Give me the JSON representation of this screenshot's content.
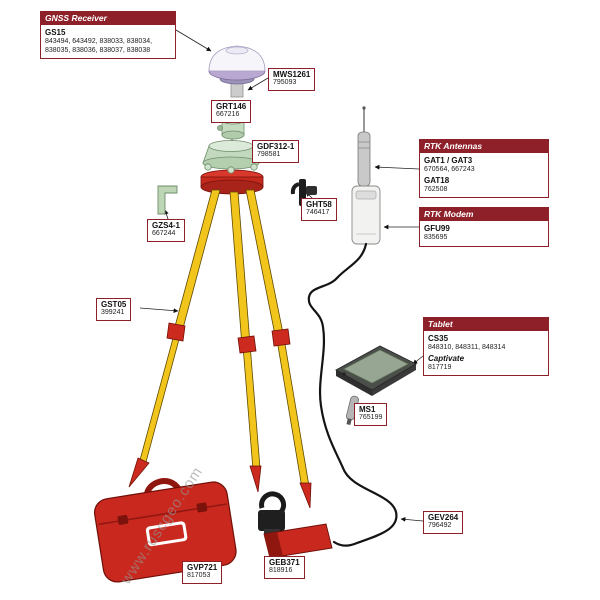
{
  "watermark": "www.ruscgeo.com",
  "callout_boxes": {
    "gnss_receiver": {
      "header": "GNSS Receiver",
      "items": [
        {
          "model": "GS15",
          "parts": "843494, 643492, 838033, 838034, 838035, 838036, 838037, 838038"
        }
      ]
    },
    "rtk_antennas": {
      "header": "RTK Antennas",
      "items": [
        {
          "model": "GAT1 / GAT3",
          "parts": "670564, 667243"
        },
        {
          "model": "GAT18",
          "parts": "762508"
        }
      ]
    },
    "rtk_modem": {
      "header": "RTK Modem",
      "items": [
        {
          "model": "GFU99",
          "parts": "835695"
        }
      ]
    },
    "tablet": {
      "header": "Tablet",
      "items": [
        {
          "model": "CS35",
          "parts": "848310, 848311, 848314"
        },
        {
          "model": "Captivate",
          "parts": "817719"
        }
      ]
    }
  },
  "part_labels": {
    "mws1261": {
      "name": "MWS1261",
      "part": "795093"
    },
    "grt146": {
      "name": "GRT146",
      "part": "667216"
    },
    "gdf312_1": {
      "name": "GDF312-1",
      "part": "798581"
    },
    "ght58": {
      "name": "GHT58",
      "part": "746417"
    },
    "gzs4_1": {
      "name": "GZS4-1",
      "part": "667244"
    },
    "gst05": {
      "name": "GST05",
      "part": "399241"
    },
    "ms1": {
      "name": "MS1",
      "part": "765199"
    },
    "gev264": {
      "name": "GEV264",
      "part": "796492"
    },
    "geb371": {
      "name": "GEB371",
      "part": "818916"
    },
    "gvp721": {
      "name": "GVP721",
      "part": "817053"
    }
  }
}
